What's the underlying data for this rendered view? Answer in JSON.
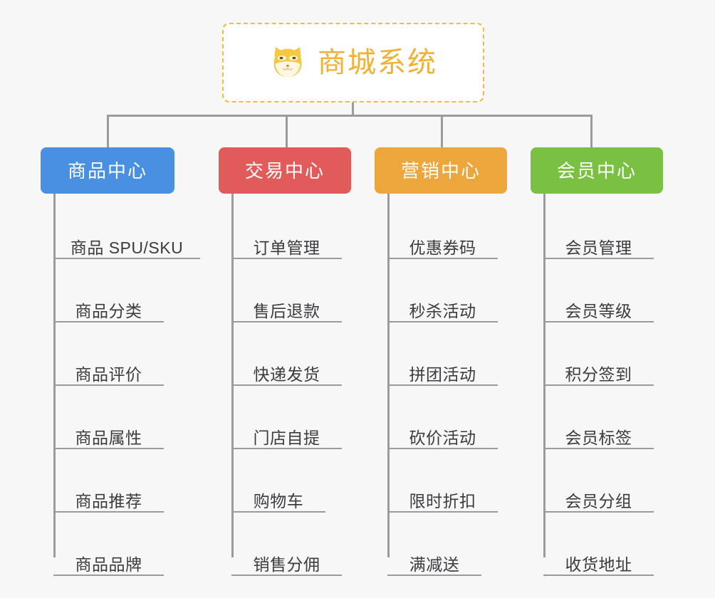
{
  "page": {
    "background_color": "#f7f7f7",
    "diagram_type": "mind-map-org-chart"
  },
  "root": {
    "title": "商城系统",
    "icon": "shiba-inu-icon",
    "border_color": "#f6b93f",
    "text_color": "#f2b134",
    "background_color": "#ffffff"
  },
  "connector": {
    "color": "#9b9b9b"
  },
  "columns": [
    {
      "id": "product-center",
      "label": "商品中心",
      "color": "#4a90e2",
      "items": [
        "商品 SPU/SKU",
        "商品分类",
        "商品评价",
        "商品属性",
        "商品推荐",
        "商品品牌"
      ]
    },
    {
      "id": "trade-center",
      "label": "交易中心",
      "color": "#e15b5b",
      "items": [
        "订单管理",
        "售后退款",
        "快递发货",
        "门店自提",
        "购物车",
        "销售分佣"
      ]
    },
    {
      "id": "marketing-center",
      "label": "营销中心",
      "color": "#eca63c",
      "items": [
        "优惠券码",
        "秒杀活动",
        "拼团活动",
        "砍价活动",
        "限时折扣",
        "满减送"
      ]
    },
    {
      "id": "member-center",
      "label": "会员中心",
      "color": "#7ac143",
      "items": [
        "会员管理",
        "会员等级",
        "积分签到",
        "会员标签",
        "会员分组",
        "收货地址"
      ]
    }
  ]
}
